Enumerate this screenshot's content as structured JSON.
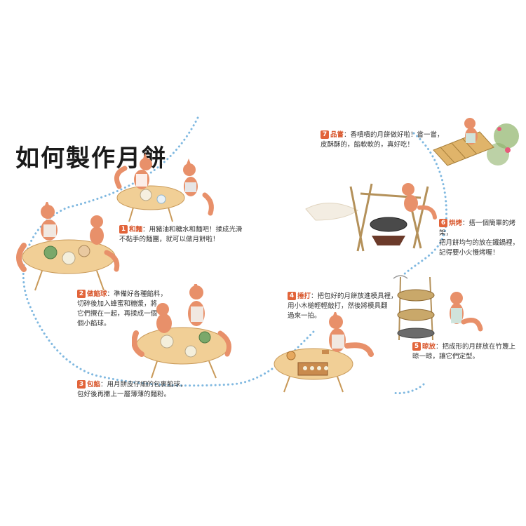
{
  "title": "如何製作月餅",
  "steps": [
    {
      "num": "1",
      "term": "和麵",
      "sep": "：",
      "lines": [
        "用豬油和糖水和麵吧！揉成光滑",
        "不黏手的麵團，就可以做月餅啦！"
      ]
    },
    {
      "num": "2",
      "term": "做餡球",
      "sep": "：",
      "lines": [
        "準備好各種餡料，",
        "切碎後加入蜂蜜和糖漿，將",
        "它們攪在一起，再揉成一個",
        "個小餡球。"
      ]
    },
    {
      "num": "3",
      "term": "包餡",
      "sep": "：",
      "lines": [
        "用月餅皮仔細的包裹餡球，",
        "包好後再撒上一層薄薄的麵粉。"
      ]
    },
    {
      "num": "4",
      "term": "捶打",
      "sep": "：",
      "lines": [
        "把包好的月餅放進模具裡，",
        "用小木槌輕輕敲打，然後將模具翻",
        "過來一拍。"
      ]
    },
    {
      "num": "5",
      "term": "晾放",
      "sep": "：",
      "lines": [
        "把成形的月餅放在竹篾上",
        "晾一晾，讓它們定型。"
      ]
    },
    {
      "num": "6",
      "term": "烘烤",
      "sep": "：",
      "lines": [
        "搭一個簡單的烤架，",
        "把月餅均勻的放在鐵鍋裡，",
        "記得要小火慢烤喔！"
      ]
    },
    {
      "num": "7",
      "term": "品嘗",
      "sep": "：",
      "lines": [
        "香噴噴的月餅做好啦！嘗一嘗，",
        "皮酥酥的，餡軟軟的，真好吃！"
      ]
    }
  ],
  "colors": {
    "accent": "#e2643a",
    "term": "#d8562c",
    "path": "#7fb8e0",
    "table": "#f1cf96",
    "fox": "#e8906a"
  }
}
